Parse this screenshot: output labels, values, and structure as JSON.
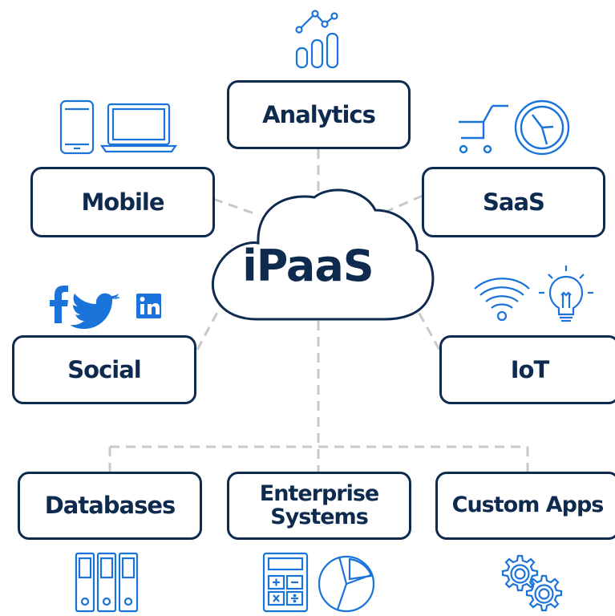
{
  "center": {
    "label": "iPaaS"
  },
  "nodes": {
    "analytics": "Analytics",
    "mobile": "Mobile",
    "saas": "SaaS",
    "social": "Social",
    "iot": "IoT",
    "databases": "Databases",
    "enterprise_line1": "Enterprise",
    "enterprise_line2": "Systems",
    "custom_apps": "Custom Apps"
  },
  "colors": {
    "navy": "#0e2a4e",
    "icon_blue": "#1a73d9",
    "connector": "#c8c8c8"
  },
  "icons": [
    "chart-icon",
    "phone-icon",
    "laptop-icon",
    "cart-icon",
    "clock-icon",
    "facebook-icon",
    "twitter-icon",
    "linkedin-icon",
    "wifi-icon",
    "lightbulb-icon",
    "server-icon",
    "calculator-icon",
    "pie-chart-icon",
    "gears-icon"
  ]
}
